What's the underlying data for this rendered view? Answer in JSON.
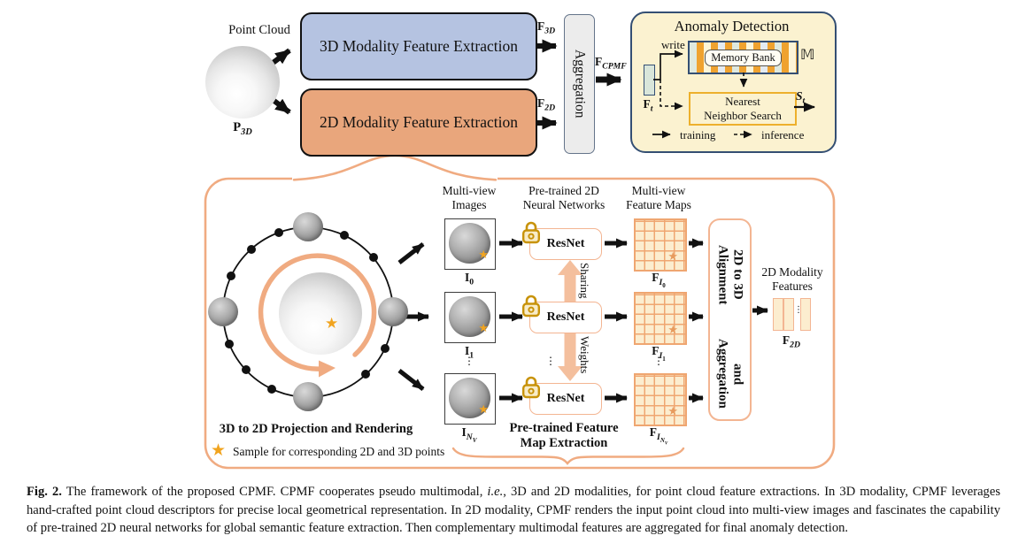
{
  "colors": {
    "blue_box": "#b5c3e1",
    "orange_box": "#e9a67c",
    "accent": "#f0ab81",
    "accent2": "#f3b592",
    "sharing_fill": "#f4bf9d",
    "agg_bg": "#ececec",
    "agg_border": "#64748a",
    "panel_bg": "#fbf2d0",
    "panel_border": "#344f73",
    "gold_border": "#edb02c",
    "amber": "#efa22f",
    "cream": "#fdf5d8",
    "pale_green": "#dfe9df",
    "pale_blue": "#e4ebf1",
    "ft_fill": "#d9e6da",
    "grid_fill": "#fcedcf",
    "grid_line": "#efa671",
    "star_gold": "#f1a41f"
  },
  "top": {
    "point_cloud": "Point Cloud",
    "p3d": {
      "b": "P",
      "s": "3D"
    },
    "box3d": "3D Modality Feature Extraction",
    "box2d": "2D Modality Feature Extraction",
    "f3d": {
      "b": "F",
      "s": "3D"
    },
    "f2d": {
      "b": "F",
      "s": "2D"
    },
    "aggregation": "Aggregation",
    "fcpmf": {
      "b": "F",
      "s": "CPMF"
    }
  },
  "anomaly": {
    "title": "Anomaly Detection",
    "write": "write",
    "memory_bank": "Memory Bank",
    "m": "𝕄",
    "ft": {
      "b": "F",
      "s": "t"
    },
    "nns1": "Nearest",
    "nns2": "Neighbor Search",
    "st": {
      "b": "S",
      "s": "t"
    },
    "training": "training",
    "inference": "inference"
  },
  "bottom": {
    "hdr_images1": "Multi-view",
    "hdr_images2": "Images",
    "hdr_nn1": "Pre-trained 2D",
    "hdr_nn2": "Neural Networks",
    "hdr_fm1": "Multi-view",
    "hdr_fm2": "Feature Maps",
    "resnet": "ResNet",
    "sharing": "Sharing",
    "weights": "Weights",
    "i0": {
      "b": "I",
      "s": "0"
    },
    "i1": {
      "b": "I",
      "s": "1"
    },
    "inv": {
      "b": "I",
      "s": "N",
      "ss": "V"
    },
    "fi0": {
      "b": "F",
      "s": "I",
      "ss": "0"
    },
    "fi1": {
      "b": "F",
      "s": "I",
      "ss": "1"
    },
    "finv": {
      "b": "F",
      "s": "I",
      "ss": "N",
      "sss": "V"
    },
    "dots": "⋮",
    "align1": "2D to 3D Alignment",
    "align2": "and Aggregation",
    "out1": "2D Modality",
    "out2": "Features",
    "f2d_out": {
      "b": "F",
      "s": "2D"
    },
    "projection": "3D to 2D Projection and Rendering",
    "star_glyph": "★",
    "star_note": "Sample for corresponding 2D and 3D points",
    "pretrained1": "Pre-trained Feature",
    "pretrained2": "Map Extraction"
  },
  "caption": {
    "fig": "Fig. 2.",
    "t1": " The framework of the proposed CPMF. CPMF cooperates pseudo multimodal, ",
    "ie": "i.e.",
    "t2": ", 3D and 2D modalities, for point cloud feature extractions. In 3D modality, CPMF leverages hand-crafted point cloud descriptors for precise local geometrical representation. In 2D modality, CPMF renders the input point cloud into multi-view images and fascinates the capability of pre-trained 2D neural networks for global semantic feature extraction. Then complementary multimodal features are aggregated for final anomaly detection."
  }
}
